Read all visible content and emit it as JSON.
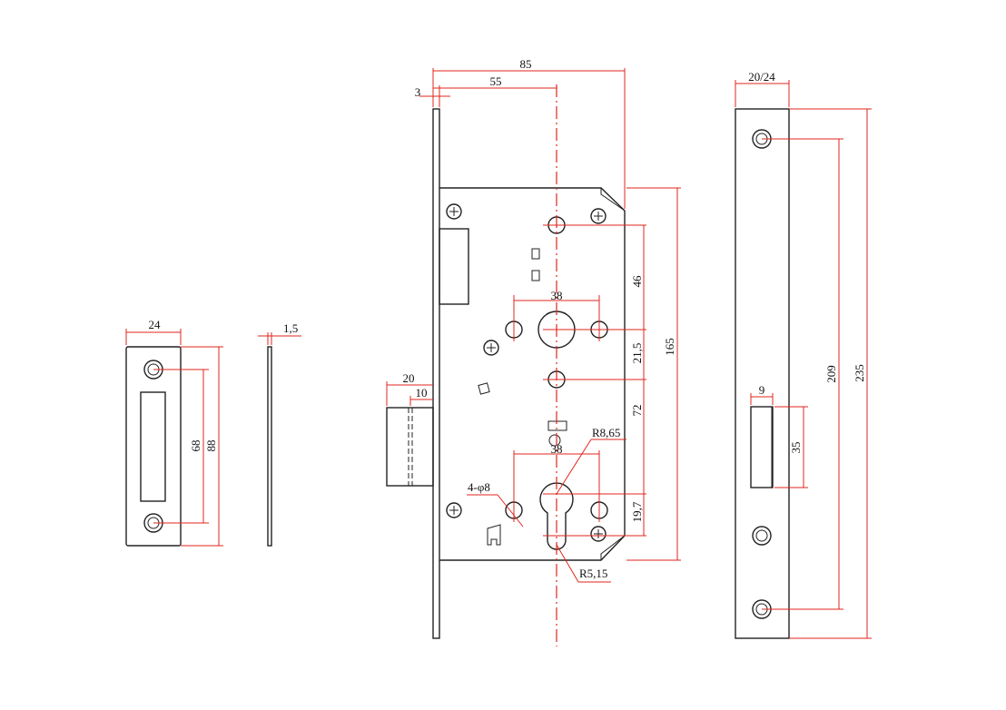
{
  "colors": {
    "outline": "#222222",
    "dimension": "#e0241c",
    "background": "#ffffff"
  },
  "strike_plate": {
    "width": "24",
    "thickness": "1,5",
    "hole_spacing": "68",
    "height": "88"
  },
  "lock_body": {
    "overall_depth": "85",
    "backset": "55",
    "faceplate_thickness": "3",
    "body_height": "165",
    "upper_spacing": "46",
    "handle_spread_top": "38",
    "handle_to_mid": "21,5",
    "center_distance": "72",
    "handle_spread_bottom": "38",
    "cylinder_radius": "R8,65",
    "bottom_offset": "19,7",
    "fixing_holes": "4-φ8",
    "cylinder_slot_radius": "R5,15",
    "latch_projection": "20",
    "bolt_projection": "10"
  },
  "faceplate": {
    "width": "20/24",
    "bolt_width": "9",
    "bolt_height": "35",
    "hole_spacing": "209",
    "length": "235"
  }
}
